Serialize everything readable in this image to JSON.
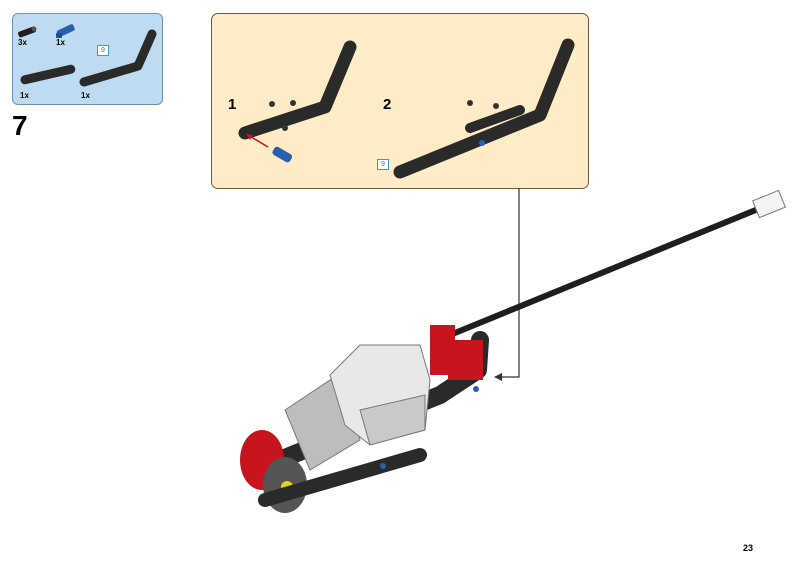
{
  "parts_list": {
    "items": [
      {
        "qty": "3x",
        "icon": "axle-pin-black-icon"
      },
      {
        "qty": "1x",
        "icon": "axle-pin-blue-icon"
      },
      {
        "qty": "1x",
        "icon": "straight-beam-icon"
      },
      {
        "qty": "1x",
        "icon": "angled-beam-icon"
      }
    ],
    "length_tag": "9"
  },
  "step_number": "7",
  "substeps": [
    {
      "number": "1"
    },
    {
      "number": "2",
      "length_tag": "9"
    }
  ],
  "page_number": "23",
  "colors": {
    "parts_bg": "#bfdbf2",
    "substep_bg": "#fdecc6",
    "beam": "#2a2a2a",
    "red_part": "#c8141e",
    "blue_pin": "#2a5fb0",
    "motor_grey": "#c9c9c9"
  }
}
